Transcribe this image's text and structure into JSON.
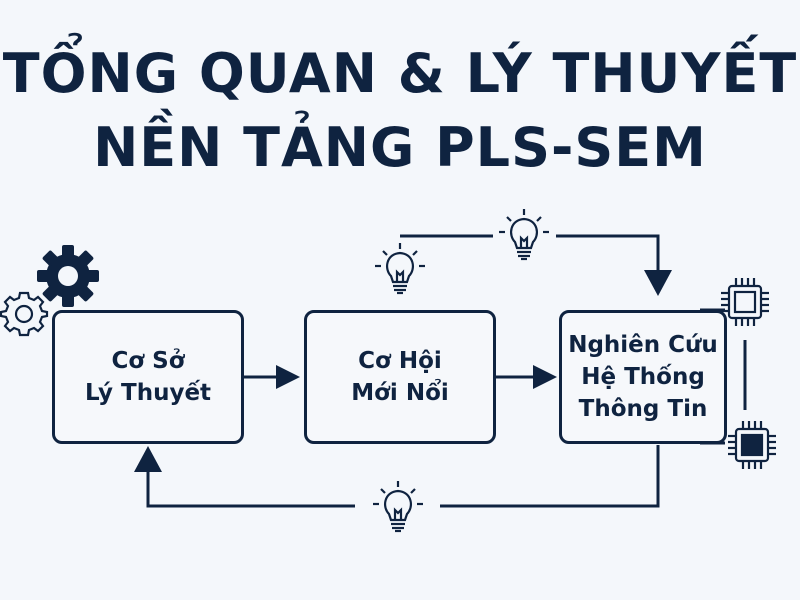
{
  "title": {
    "line1": "TỔNG QUAN & LÝ THUYẾT",
    "line2": "NỀN TẢNG PLS-SEM"
  },
  "nodes": [
    {
      "id": "theory",
      "lines": [
        "Cơ Sở",
        "Lý Thuyết"
      ]
    },
    {
      "id": "opportunity",
      "lines": [
        "Cơ Hội",
        "Mới Nổi"
      ]
    },
    {
      "id": "is-research",
      "lines": [
        "Nghiên Cứu",
        "Hệ Thống",
        "Thông Tin"
      ]
    }
  ],
  "icons": [
    "gear-icon-filled",
    "gear-icon-outline",
    "lightbulb-icon",
    "lightbulb-icon",
    "lightbulb-icon",
    "chip-icon-outline",
    "chip-icon-filled"
  ],
  "colors": {
    "ink": "#0f2340",
    "background": "#f4f7fb"
  }
}
